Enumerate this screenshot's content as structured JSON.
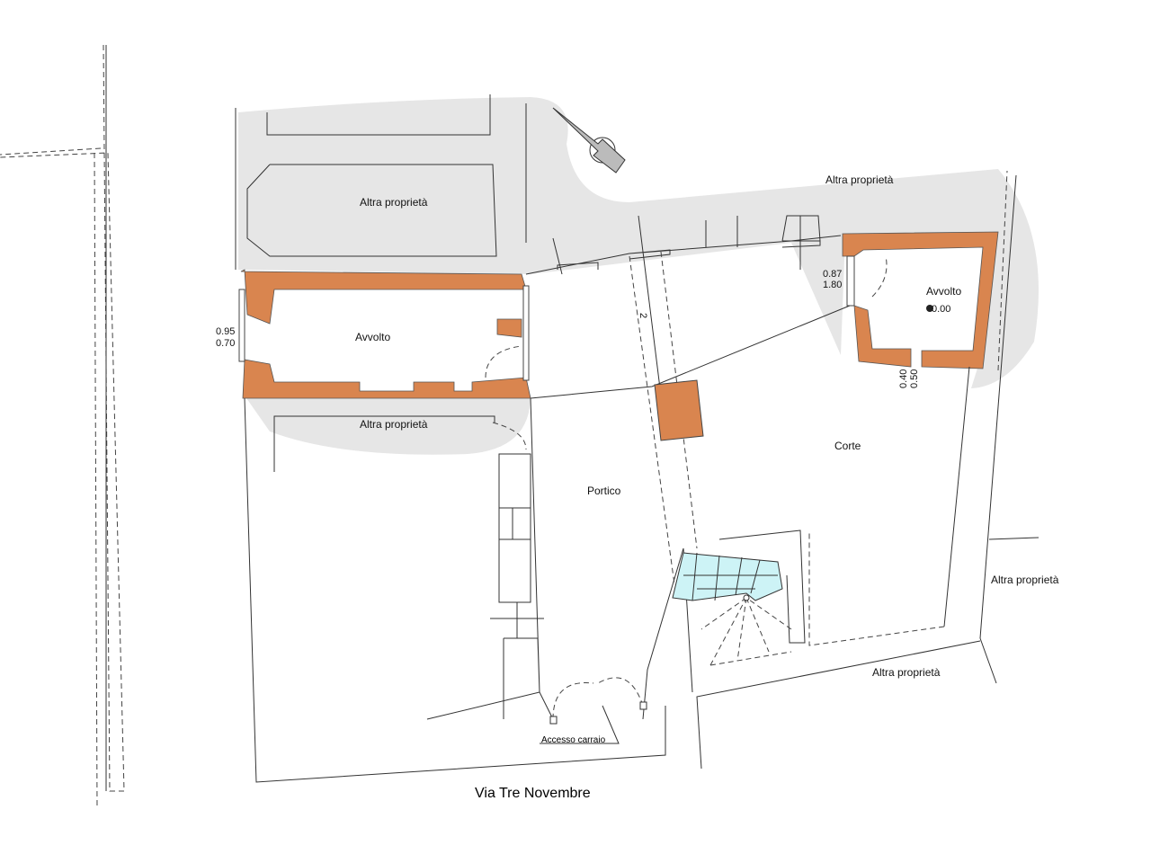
{
  "colors": {
    "wall": "#d9854f",
    "shared_area": "#e6e6e6",
    "stairs": "#cdf3f6",
    "line": "#333333"
  },
  "labels": {
    "altra_top_left": "Altra proprietà",
    "altra_top_right": "Altra proprietà",
    "altra_mid_left": "Altra proprietà",
    "altra_right": "Altra proprietà",
    "altra_bottom_right": "Altra proprietà",
    "avvolto_left": "Avvolto",
    "avvolto_right": "Avvolto",
    "portico": "Portico",
    "corte": "Corte",
    "accesso": "Accesso carraio",
    "street": "Via Tre Novembre",
    "beam_mark": "2"
  },
  "dimensions": {
    "left_window_top": "0.95",
    "left_window_bottom": "0.70",
    "right_window_top": "0.87",
    "right_window_bottom": "1.80",
    "right_door_a": "0.40",
    "right_door_b": "0.50",
    "elevation": "0.00"
  },
  "icons": {
    "north_arrow": "compass-north-arrow-icon"
  }
}
